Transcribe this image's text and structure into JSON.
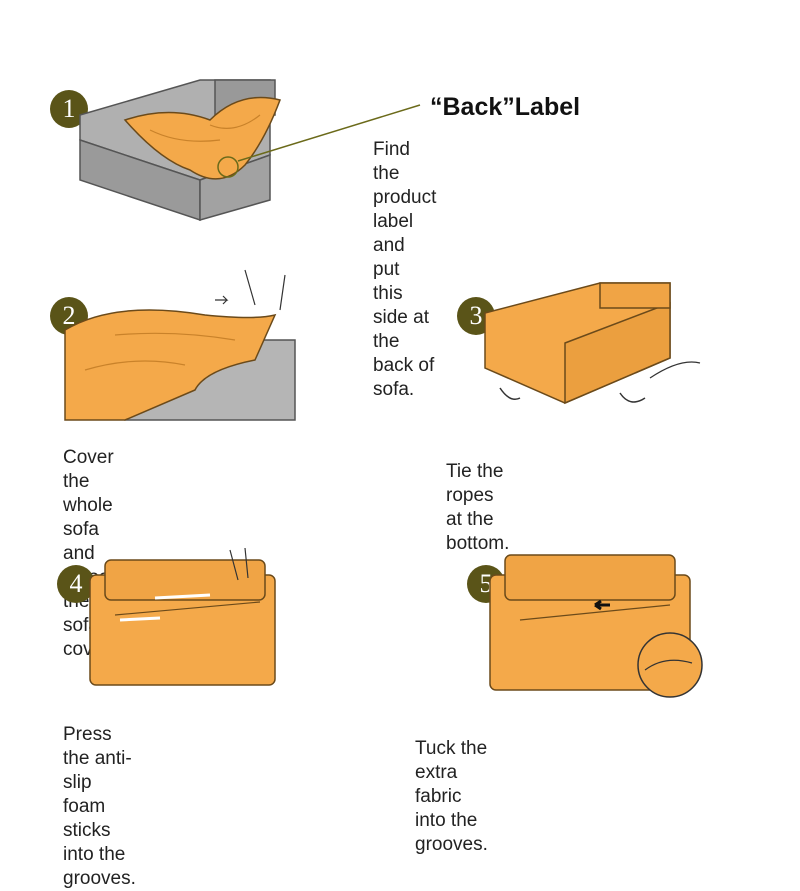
{
  "colors": {
    "badge": "#5a5418",
    "fabric": "#f4a94a",
    "fabric_dark": "#c9822a",
    "sofa_gray": "#a9a9a9",
    "leader_line": "#6b6a1a"
  },
  "steps": [
    {
      "number": "1",
      "title": "“Back”Label",
      "caption": "Find the product label and put\nthis side at the back of sofa.",
      "illustration": "sofa-back-label"
    },
    {
      "number": "2",
      "caption": "Cover the whole sofa and\nsmooth the sofa cover.",
      "illustration": "sofa-cover-smoothing"
    },
    {
      "number": "3",
      "caption": "Tie the ropes at the  bottom.",
      "illustration": "sofa-tie-ropes"
    },
    {
      "number": "4",
      "caption": "Press the anti-slip foam\nsticks into the grooves.",
      "illustration": "sofa-foam-sticks"
    },
    {
      "number": "5",
      "caption": "Tuck the extra fabric into the grooves.",
      "illustration": "sofa-tuck-fabric"
    }
  ]
}
